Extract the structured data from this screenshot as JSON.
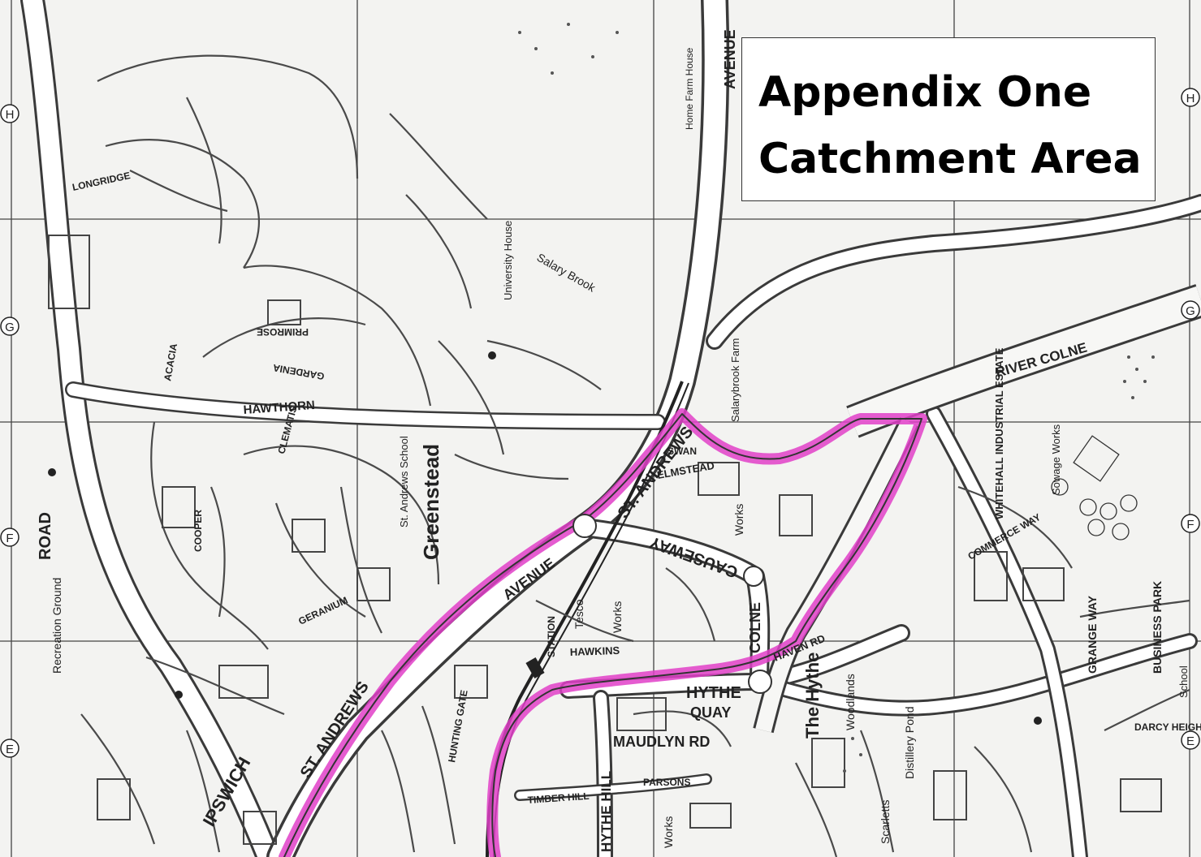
{
  "title": {
    "line1": "Appendix One",
    "line2": "Catchment Area"
  },
  "grid_labels": {
    "h_left": "H",
    "g_left": "G",
    "f_left": "F",
    "e_left": "E",
    "h_right": "H",
    "g_right": "G",
    "f_right": "F",
    "e_right": "E"
  },
  "streets": {
    "st_andrews_avenue_top": "ST. ANDREWS",
    "avenue_top": "AVENUE",
    "st_andrews_lower": "ST. ANDREWS",
    "avenue_lower": "AVENUE",
    "ipswich_road": "ROAD",
    "ipswich": "IPSWICH",
    "hawthorn": "HAWTHORN",
    "causeway": "CAUSEWAY",
    "colne_causeway": "COLNE",
    "hythe_quay": "HYTHE",
    "quay": "QUAY",
    "hythe_hill": "HYTHE HILL",
    "maudlyn_rd": "MAUDLYN RD",
    "river_colne": "RIVER   COLNE",
    "greenstead": "Greenstead",
    "the_hythe": "The Hythe",
    "grange_way": "GRANGE WAY",
    "business_park": "BUSINESS PARK",
    "whitehall_industrial_estate": "WHITEHALL INDUSTRIAL ESTATE",
    "salary_brook": "Salary Brook",
    "salarybrook_farm": "Salarybrook Farm",
    "university_house": "University House",
    "recreation_ground": "Recreation Ground",
    "st_andrews_school": "St. Andrews School",
    "works": "Works",
    "distillery_pond": "Distillery Pond",
    "scarletts": "Scarletts",
    "elmstead": "ELMSTEAD",
    "haven_rd": "HAVEN RD",
    "hawkins": "HAWKINS",
    "tesco": "Tesco",
    "swan": "SWAN",
    "darcy_heights": "DARCY HEIGHTS",
    "timber_hill": "TIMBER HILL",
    "parsons": "PARSONS",
    "hunting_gate": "HUNTING GATE",
    "commerce_way": "COMMERCE WAY",
    "sowage_works": "Sowage Works",
    "home_farm_house": "Home Farm House",
    "school": "School",
    "longridge": "LONGRIDGE",
    "acacia": "ACACIA",
    "gardenia": "GARDENIA",
    "primrose": "PRIMROSE",
    "clematis": "CLEMATIS",
    "cooper": "COOPER",
    "geranium": "GERANIUM",
    "station": "STATION",
    "woodlands": "Woodlands"
  },
  "colors": {
    "catchment_boundary": "#e040c8",
    "boundary_line": "#333333",
    "road": "#ffffff",
    "road_edge": "#3a3a3a",
    "paper": "#f3f3f1"
  }
}
